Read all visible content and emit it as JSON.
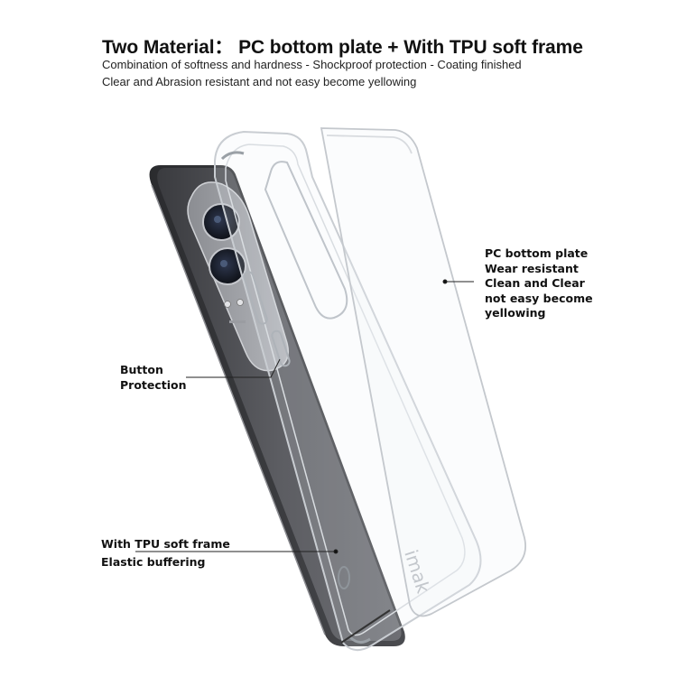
{
  "header": {
    "title": "Two Material：  PC bottom plate + With TPU soft frame",
    "subtitle_line1": "Combination of softness and hardness - Shockproof protection - Coating finished",
    "subtitle_line2": "Clear and Abrasion resistant and not easy become yellowing"
  },
  "callouts": {
    "pc_plate": {
      "line1": "PC bottom plate",
      "line2": "Wear resistant",
      "line3": "Clean and Clear",
      "line4": "not easy become",
      "line5": "yellowing"
    },
    "button": {
      "line1": "Button",
      "line2": "Protection"
    },
    "tpu_frame": {
      "line1": "With TPU soft frame",
      "line2": "Elastic buffering"
    }
  },
  "product": {
    "brand_mark": "imak",
    "phone_color": "#4a4b4f",
    "case_outline_color": "#c9cdd2"
  }
}
